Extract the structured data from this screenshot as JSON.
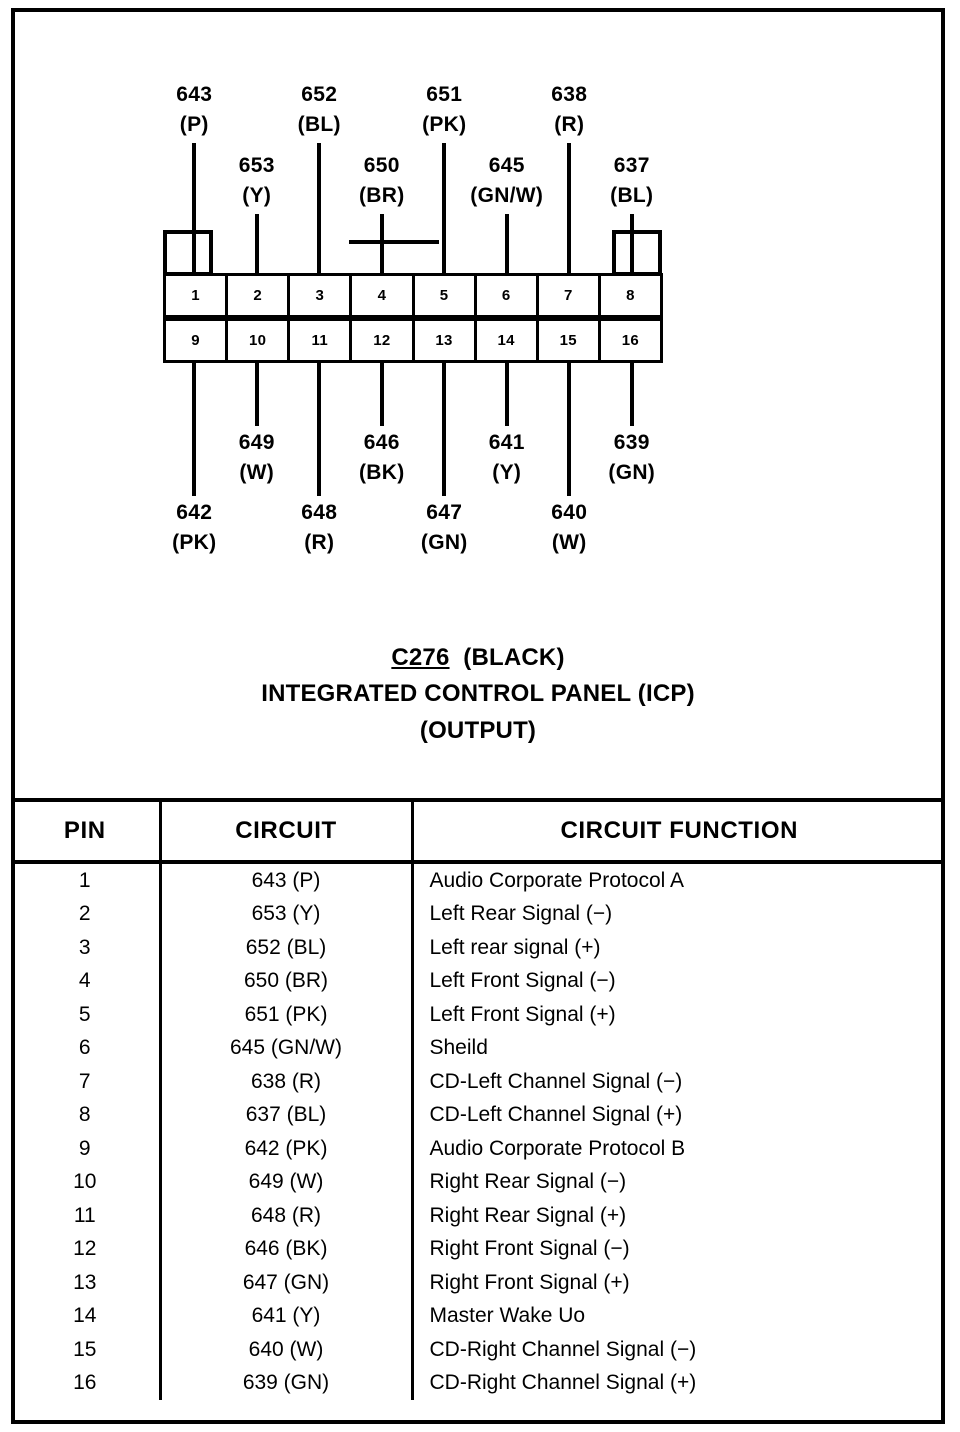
{
  "diagram": {
    "title": "C276 (BLACK) INTEGRATED CONTROL PANEL (ICP) (OUTPUT)",
    "top_labels": [
      {
        "pin": 1,
        "code": "643",
        "color": "(P)",
        "row": "upper"
      },
      {
        "pin": 2,
        "code": "653",
        "color": "(Y)",
        "row": "lower"
      },
      {
        "pin": 3,
        "code": "652",
        "color": "(BL)",
        "row": "upper"
      },
      {
        "pin": 4,
        "code": "650",
        "color": "(BR)",
        "row": "lower"
      },
      {
        "pin": 5,
        "code": "651",
        "color": "(PK)",
        "row": "upper"
      },
      {
        "pin": 6,
        "code": "645",
        "color": "(GN/W)",
        "row": "lower"
      },
      {
        "pin": 7,
        "code": "638",
        "color": "(R)",
        "row": "upper"
      },
      {
        "pin": 8,
        "code": "637",
        "color": "(BL)",
        "row": "lower"
      }
    ],
    "bottom_labels": [
      {
        "pin": 9,
        "code": "642",
        "color": "(PK)",
        "row": "lower"
      },
      {
        "pin": 10,
        "code": "649",
        "color": "(W)",
        "row": "upper"
      },
      {
        "pin": 11,
        "code": "648",
        "color": "(R)",
        "row": "lower"
      },
      {
        "pin": 12,
        "code": "646",
        "color": "(BK)",
        "row": "upper"
      },
      {
        "pin": 13,
        "code": "647",
        "color": "(GN)",
        "row": "lower"
      },
      {
        "pin": 14,
        "code": "641",
        "color": "(Y)",
        "row": "upper"
      },
      {
        "pin": 15,
        "code": "640",
        "color": "(W)",
        "row": "lower"
      },
      {
        "pin": 16,
        "code": "639",
        "color": "(GN)",
        "row": "upper"
      }
    ],
    "pins_top_row": [
      "1",
      "2",
      "3",
      "4",
      "5",
      "6",
      "7",
      "8"
    ],
    "pins_bottom_row": [
      "9",
      "10",
      "11",
      "12",
      "13",
      "14",
      "15",
      "16"
    ]
  },
  "caption": {
    "connector_id": "C276",
    "connector_color": "(BLACK)",
    "component_name": "INTEGRATED CONTROL PANEL (ICP)",
    "direction": "(OUTPUT)"
  },
  "table": {
    "headers": [
      "PIN",
      "CIRCUIT",
      "CIRCUIT FUNCTION"
    ],
    "rows": [
      {
        "pin": "1",
        "circuit": "643 (P)",
        "function": "Audio Corporate Protocol A"
      },
      {
        "pin": "2",
        "circuit": "653 (Y)",
        "function": "Left Rear Signal (−)"
      },
      {
        "pin": "3",
        "circuit": "652 (BL)",
        "function": "Left rear signal (+)"
      },
      {
        "pin": "4",
        "circuit": "650 (BR)",
        "function": "Left Front Signal (−)"
      },
      {
        "pin": "5",
        "circuit": "651 (PK)",
        "function": "Left Front Signal (+)"
      },
      {
        "pin": "6",
        "circuit": "645 (GN/W)",
        "function": "Sheild"
      },
      {
        "pin": "7",
        "circuit": "638 (R)",
        "function": "CD-Left Channel Signal (−)"
      },
      {
        "pin": "8",
        "circuit": "637 (BL)",
        "function": "CD-Left Channel Signal (+)"
      },
      {
        "pin": "9",
        "circuit": "642 (PK)",
        "function": "Audio Corporate Protocol B"
      },
      {
        "pin": "10",
        "circuit": "649 (W)",
        "function": "Right Rear Signal (−)"
      },
      {
        "pin": "11",
        "circuit": "648 (R)",
        "function": "Right Rear Signal (+)"
      },
      {
        "pin": "12",
        "circuit": "646 (BK)",
        "function": "Right Front Signal (−)"
      },
      {
        "pin": "13",
        "circuit": "647 (GN)",
        "function": "Right Front Signal (+)"
      },
      {
        "pin": "14",
        "circuit": "641 (Y)",
        "function": "Master Wake Uo"
      },
      {
        "pin": "15",
        "circuit": "640 (W)",
        "function": "CD-Right Channel Signal (−)"
      },
      {
        "pin": "16",
        "circuit": "639 (GN)",
        "function": "CD-Right Channel Signal (+)"
      }
    ]
  },
  "colors": {
    "ink": "#000000",
    "paper": "#ffffff"
  }
}
